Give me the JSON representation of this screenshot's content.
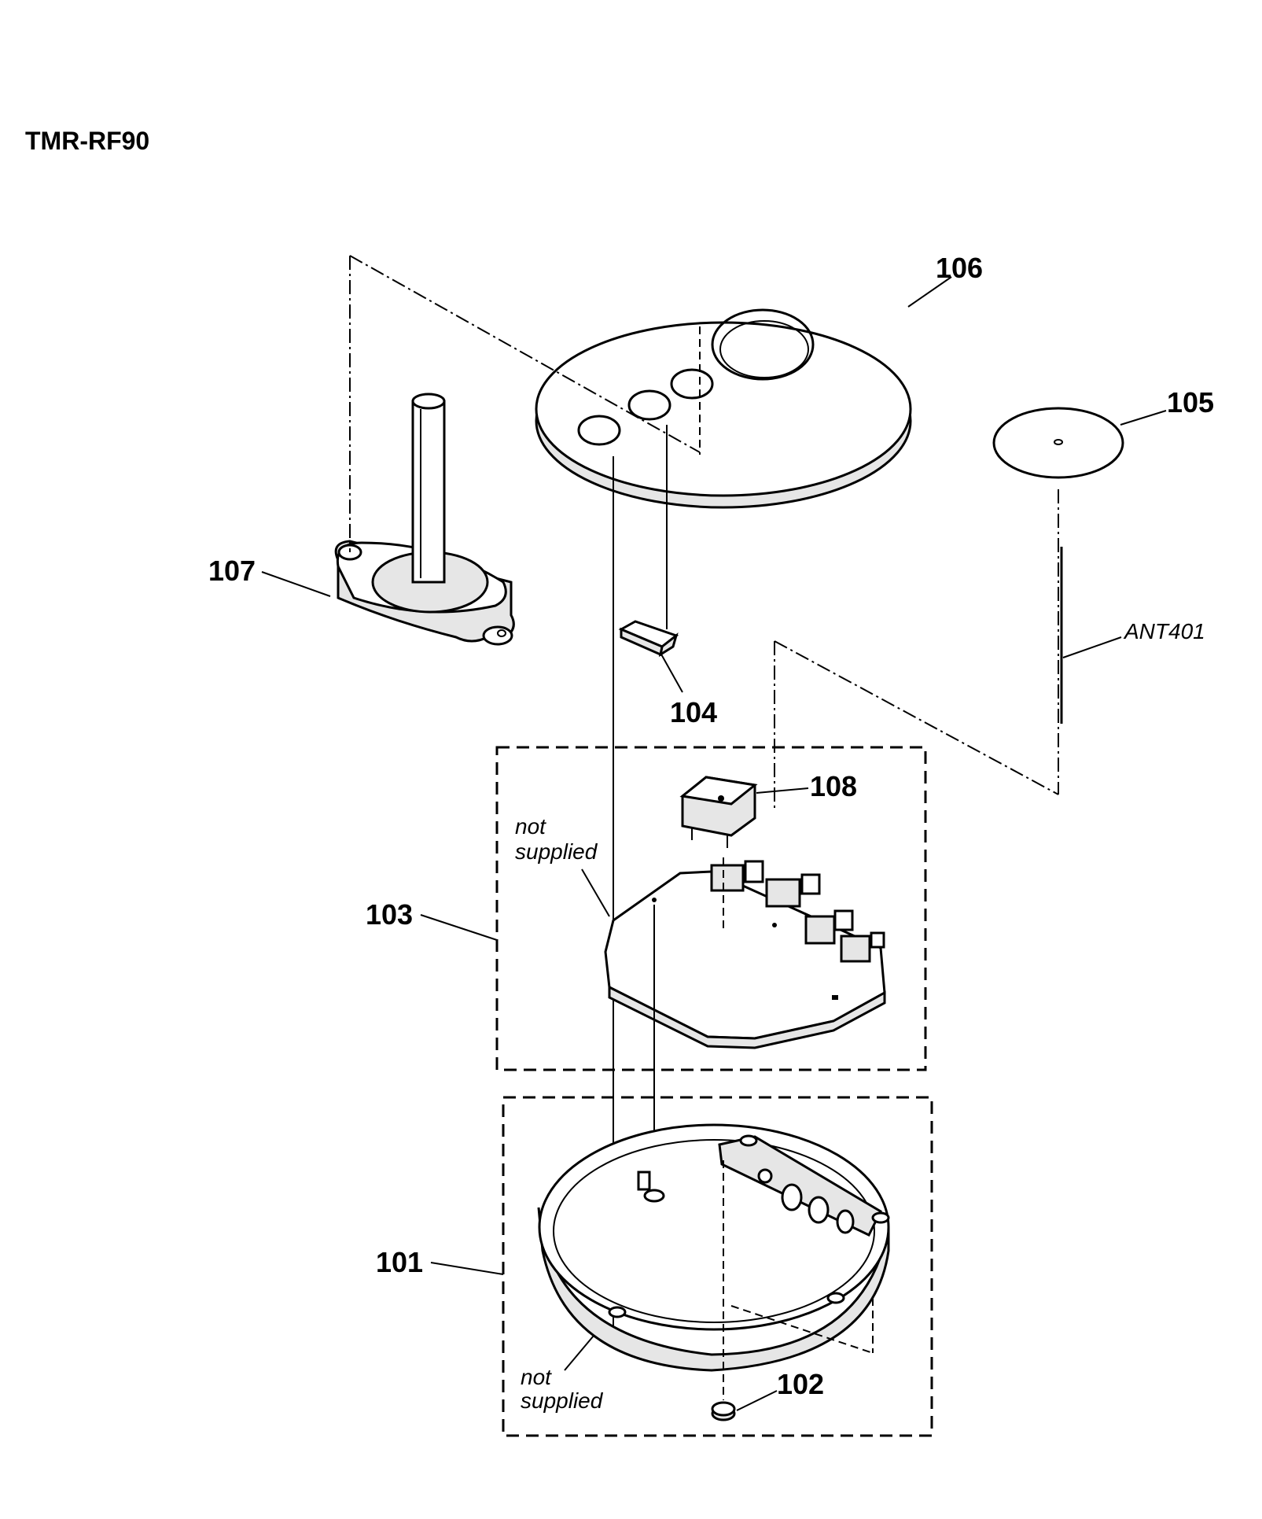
{
  "title": "TMR-RF90",
  "parts": {
    "p101": "101",
    "p102": "102",
    "p103": "103",
    "p104": "104",
    "p105": "105",
    "p106": "106",
    "p107": "107",
    "p108": "108",
    "ant": "ANT401"
  },
  "notes": {
    "not1": "not",
    "supplied1": "supplied",
    "not2": "not",
    "supplied2": "supplied"
  }
}
